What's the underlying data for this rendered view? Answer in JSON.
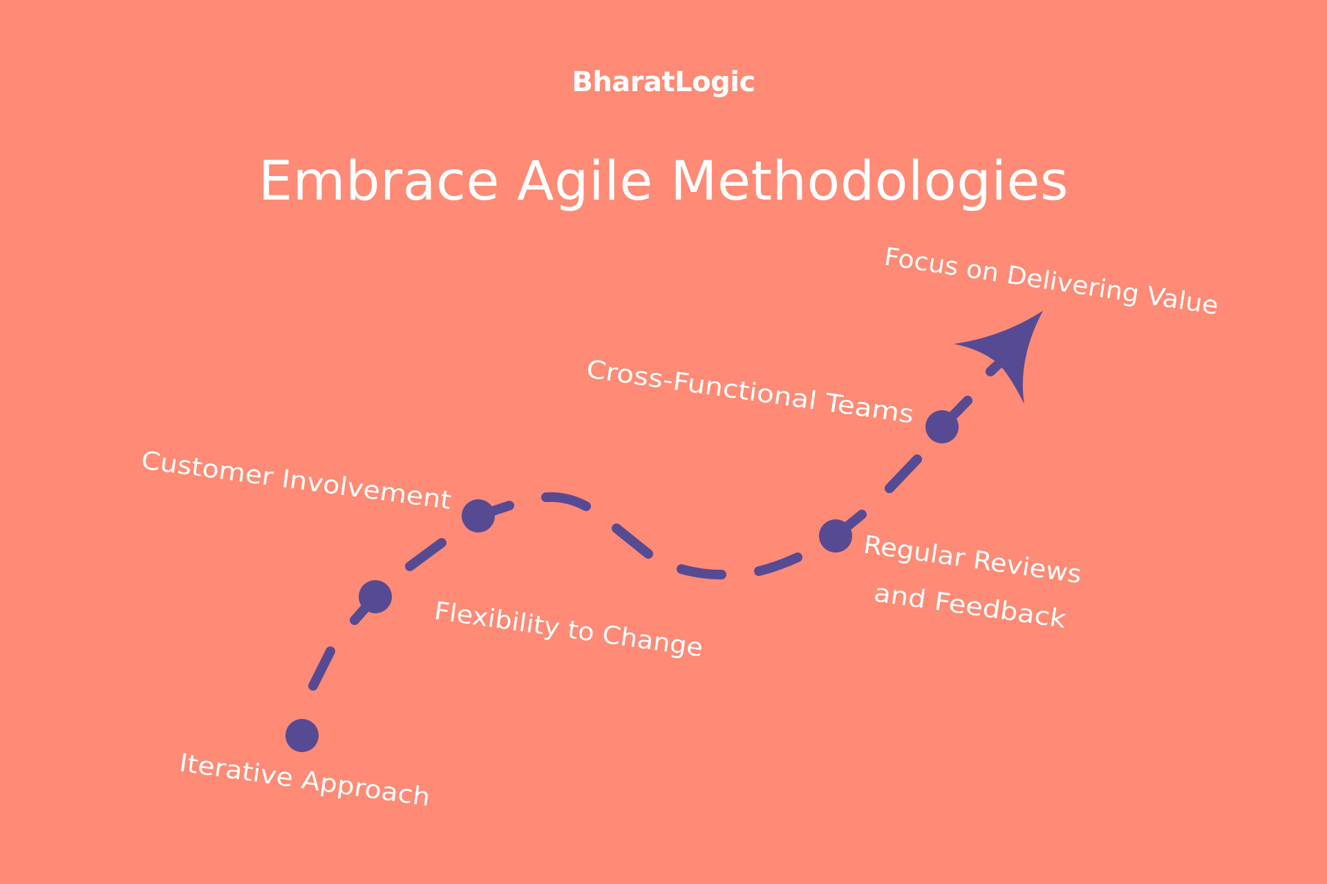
{
  "brand": {
    "logo": "BharatLogic"
  },
  "title": "Embrace Agile Methodologies",
  "colors": {
    "background": "#FF8A75",
    "path": "#564A93",
    "text": "#FFFFFF"
  },
  "steps": [
    {
      "label": "Iterative Approach"
    },
    {
      "label": "Flexibility to Change"
    },
    {
      "label": "Customer Involvement"
    },
    {
      "label": "Regular Reviews",
      "label_line2": "and Feedback"
    },
    {
      "label": "Cross-Functional Teams"
    },
    {
      "label": "Focus on Delivering Value"
    }
  ]
}
